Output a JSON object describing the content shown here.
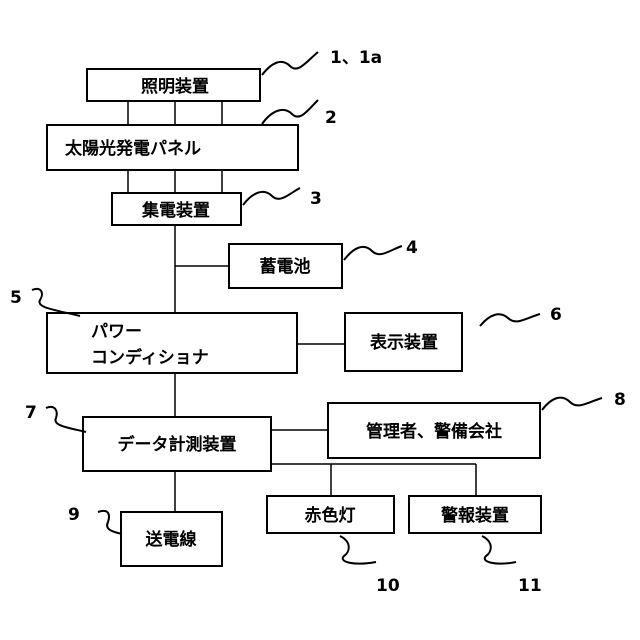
{
  "blocks": {
    "lighting": "照明装置",
    "solar_panel": "太陽光発電パネル",
    "collector": "集電装置",
    "battery": "蓄電池",
    "power_conditioner_line1": "パワー",
    "power_conditioner_line2": "コンディショナ",
    "display": "表示装置",
    "data_measure": "データ計測装置",
    "manager": "管理者、警備会社",
    "transmission": "送電線",
    "red_light": "赤色灯",
    "alarm": "警報装置"
  },
  "refs": {
    "r1": "1、1a",
    "r2": "2",
    "r3": "3",
    "r4": "4",
    "r5": "5",
    "r6": "6",
    "r7": "7",
    "r8": "8",
    "r9": "9",
    "r10": "10",
    "r11": "11"
  }
}
